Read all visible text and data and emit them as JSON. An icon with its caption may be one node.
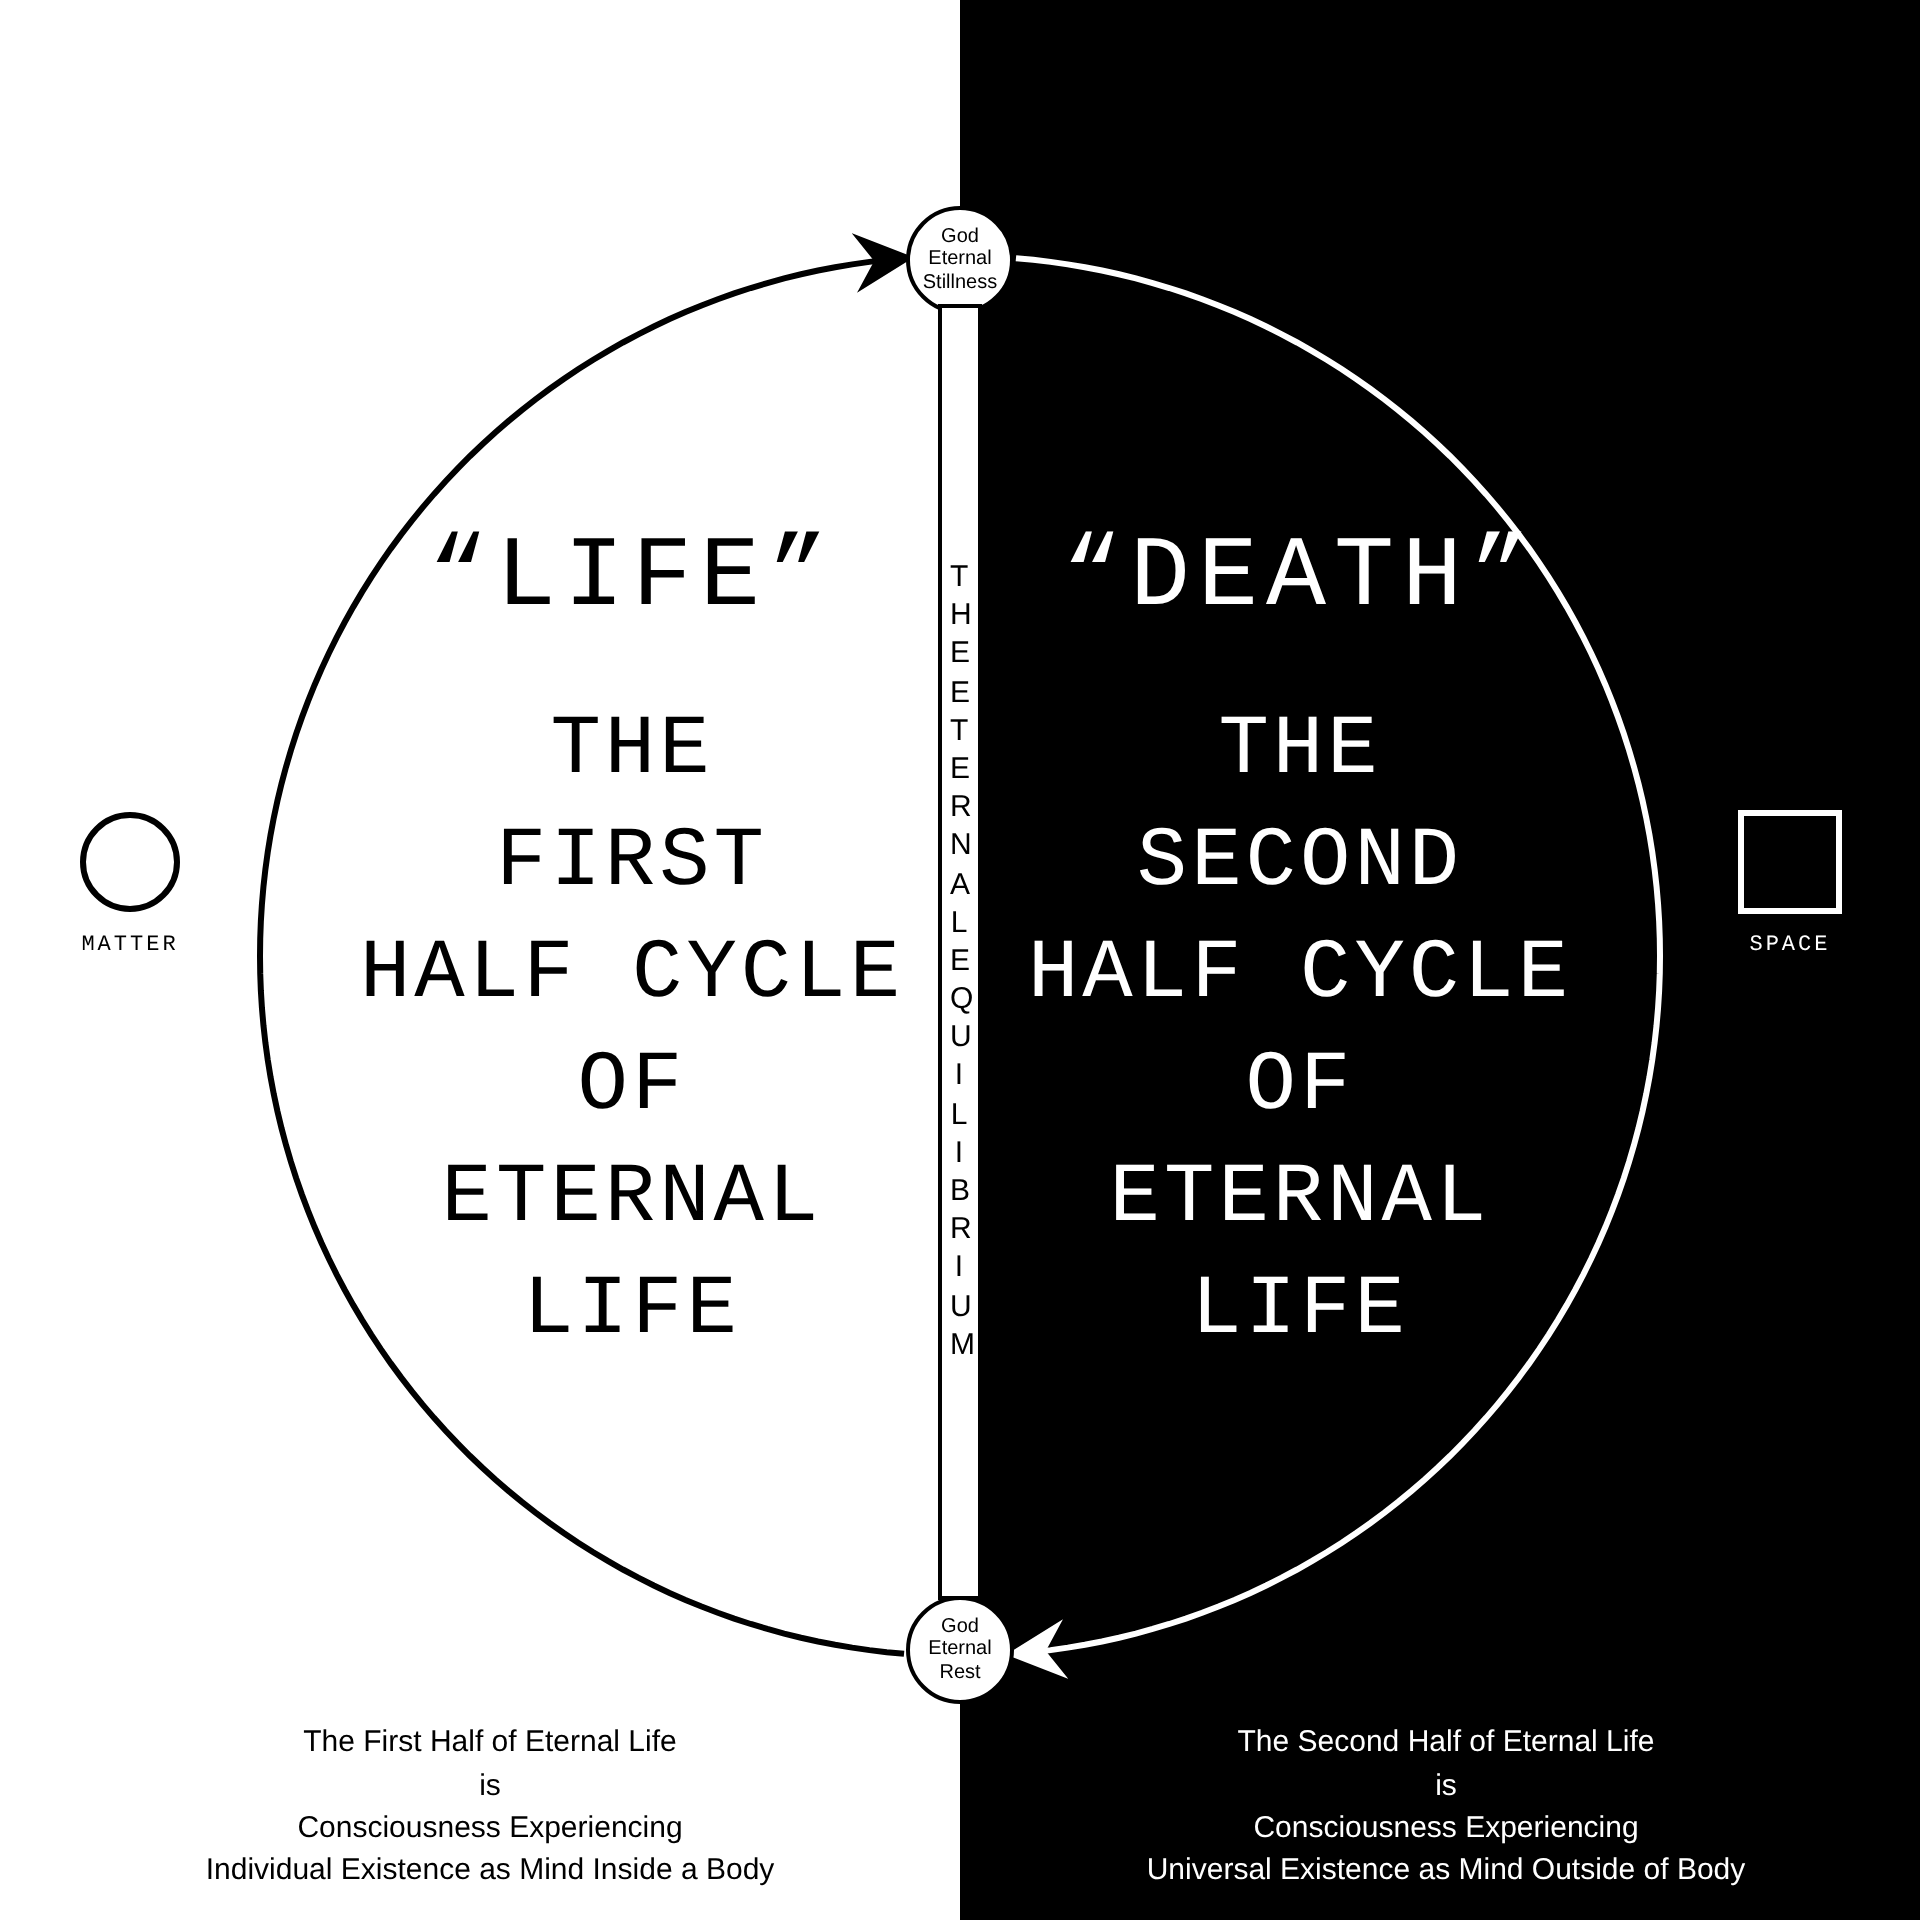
{
  "diagram": {
    "nodes": [
      {
        "text": [
          "God Eternal Stillness"
        ]
      },
      {
        "text": [
          "God Eternal Rest"
        ]
      },
      {
        "text": [
          "THE ETERNAL EQUILIBRIUM"
        ]
      },
      {
        "text": [
          "MATTER"
        ]
      },
      {
        "text": [
          "SPACE"
        ]
      }
    ],
    "edges": [
      {
        "from": 1,
        "to": 0,
        "arrow": "to"
      },
      {
        "from": 0,
        "to": 1,
        "arrow": "to",
        "color": "#ffffff"
      }
    ],
    "labels": [
      "“LIFE”",
      "THE",
      "FIRST",
      "HALF CYCLE",
      "OF",
      "ETERNAL",
      "LIFE",
      "“DEATH”",
      "THE",
      "SECOND",
      "HALF CYCLE",
      "OF",
      "ETERNAL",
      "LIFE",
      "The First Half of Eternal Life",
      "is",
      "Consciousness Experiencing",
      "Individual Existence as Mind Inside a Body",
      "The Second Half of Eternal Life",
      "is",
      "Consciousness Experiencing",
      "Universal Existence as Mind Outside of Body"
    ]
  }
}
